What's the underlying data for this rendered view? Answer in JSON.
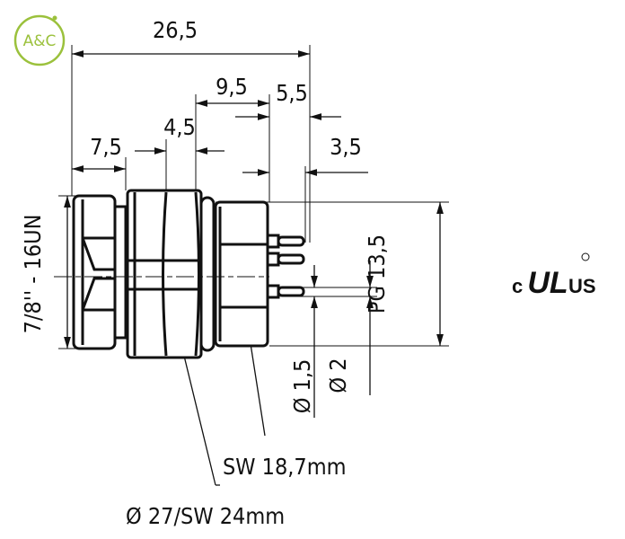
{
  "logo": {
    "text": "A&C",
    "color": "#9bc13c"
  },
  "dimensions": {
    "overall_length": "26,5",
    "rear_length": "9,5",
    "pin_length": "5,5",
    "body_hex_width": "4,5",
    "front_length": "7,5",
    "pin_protrusion": "3,5",
    "thread": "7/8'' - 16UN",
    "pg_thread": "PG 13,5",
    "pin_dia_small": "Ø 1,5",
    "pin_dia_large": "Ø 2",
    "rear_wrench": "SW 18,7mm",
    "front_wrench": "Ø 27/SW 24mm"
  },
  "certification": {
    "left": "c",
    "right": "US",
    "mark": "UL"
  }
}
